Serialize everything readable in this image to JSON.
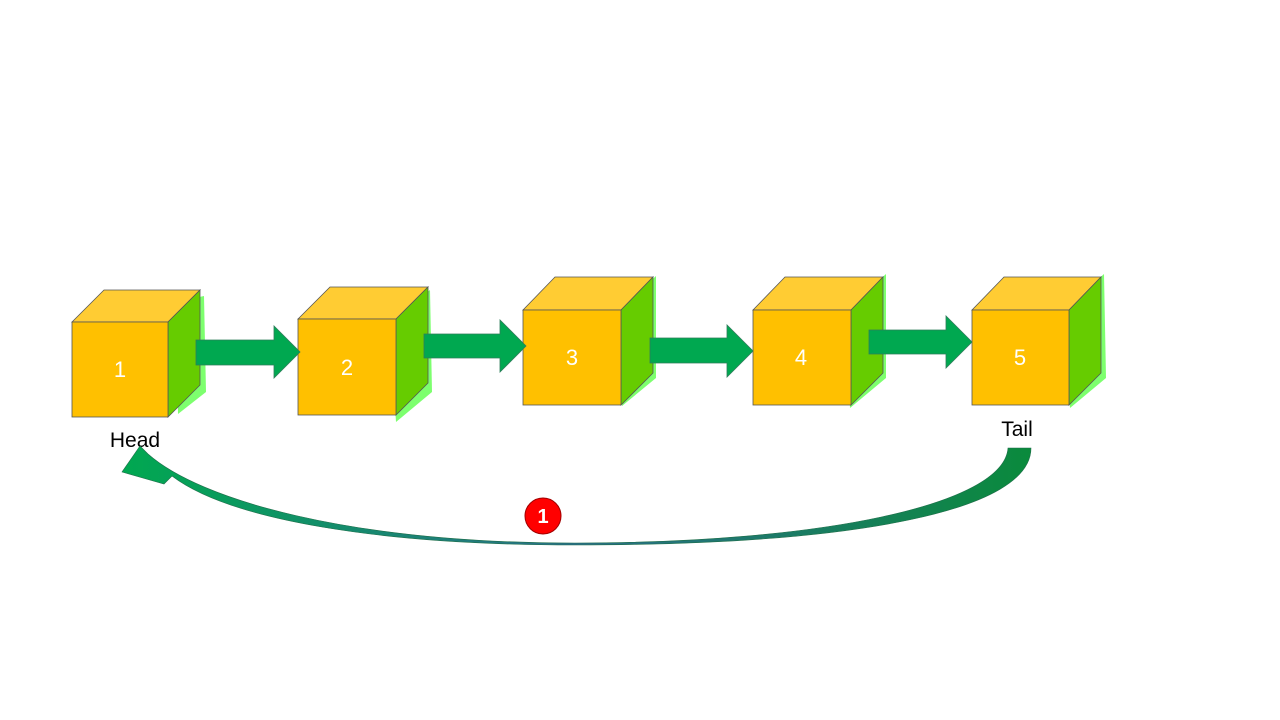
{
  "diagram": {
    "nodes": [
      {
        "label": "1"
      },
      {
        "label": "2"
      },
      {
        "label": "3"
      },
      {
        "label": "4"
      },
      {
        "label": "5"
      }
    ],
    "head_label": "Head",
    "tail_label": "Tail",
    "return_badge": "1",
    "colors": {
      "cube_front": "#FFC000",
      "cube_top": "#FFCC33",
      "cube_side": "#66CC00",
      "glow": "#5CFF4A",
      "arrow": "#00A850",
      "badge": "#FF0000"
    }
  }
}
